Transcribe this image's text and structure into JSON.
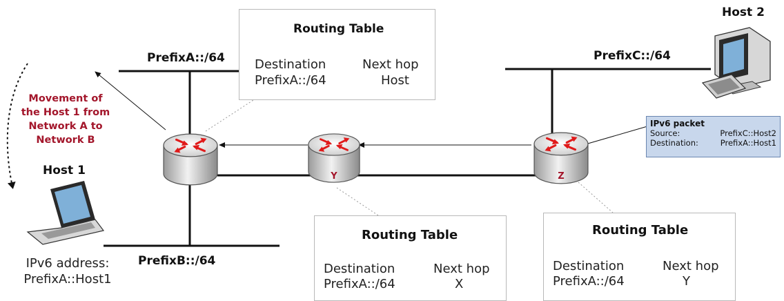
{
  "routing_tables": {
    "x": {
      "title": "Routing Table",
      "col1_header": "Destination",
      "col2_header": "Next hop",
      "destination": "PrefixA::/64",
      "next_hop": "Host"
    },
    "y": {
      "title": "Routing Table",
      "col1_header": "Destination",
      "col2_header": "Next hop",
      "destination": "PrefixA::/64",
      "next_hop": "X"
    },
    "z": {
      "title": "Routing Table",
      "col1_header": "Destination",
      "col2_header": "Next hop",
      "destination": "PrefixA::/64",
      "next_hop": "Y"
    }
  },
  "networks": {
    "a": "PrefixA::/64",
    "b": "PrefixB::/64",
    "c": "PrefixC::/64"
  },
  "routers": {
    "y_label": "Y",
    "z_label": "Z"
  },
  "hosts": {
    "host1": {
      "label": "Host 1",
      "address_label": "IPv6 address:",
      "address": "PrefixA::Host1"
    },
    "host2": {
      "label": "Host 2"
    }
  },
  "movement_note": [
    "Movement of",
    "the Host 1 from",
    "Network A to",
    "Network B"
  ],
  "packet": {
    "title": "IPv6 packet",
    "source_label": "Source:",
    "source_value": "PrefixC::Host2",
    "destination_label": "Destination:",
    "destination_value": "PrefixA::Host1"
  },
  "colors": {
    "accent_red": "#a3162b",
    "router_arrow_red": "#e01b1b",
    "packet_fill": "#c8d7ec"
  },
  "icons": [
    "router-icon",
    "laptop-icon",
    "desktop-computer-icon"
  ]
}
